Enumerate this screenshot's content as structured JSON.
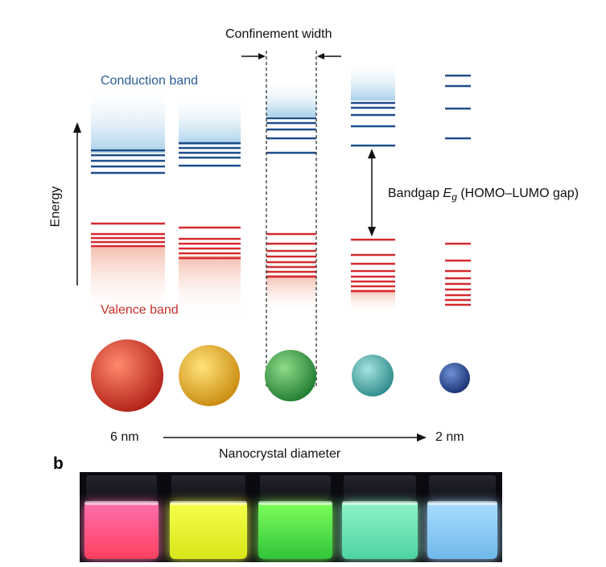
{
  "labels": {
    "confinement_width": "Confinement width",
    "conduction_band": "Conduction band",
    "valence_band": "Valence band",
    "energy": "Energy",
    "bandgap_prefix": "Bandgap ",
    "bandgap_symbol": "E",
    "bandgap_subscript": "g",
    "bandgap_suffix": " (HOMO–LUMO gap)",
    "size_large": "6 nm",
    "size_small": "2 nm",
    "diameter_axis": "Nanocrystal diameter",
    "panel_b": "b"
  },
  "colors": {
    "conduction": "#1d4e89",
    "valence": "#d42a2f",
    "sphere_1": "#d93a2b",
    "sphere_2": "#e8b526",
    "sphere_3": "#3a9a47",
    "sphere_4": "#4fb0ae",
    "sphere_5": "#2a4d9a"
  },
  "photo": {
    "vials": [
      {
        "color_top": "#ff6fae",
        "color_bottom": "#ff3f5f"
      },
      {
        "color_top": "#f6ff4a",
        "color_bottom": "#d8e61a"
      },
      {
        "color_top": "#7dff5a",
        "color_bottom": "#31c43c"
      },
      {
        "color_top": "#8ff2c6",
        "color_bottom": "#4cd3a2"
      },
      {
        "color_top": "#a9dcff",
        "color_bottom": "#6fb9ea"
      }
    ]
  }
}
